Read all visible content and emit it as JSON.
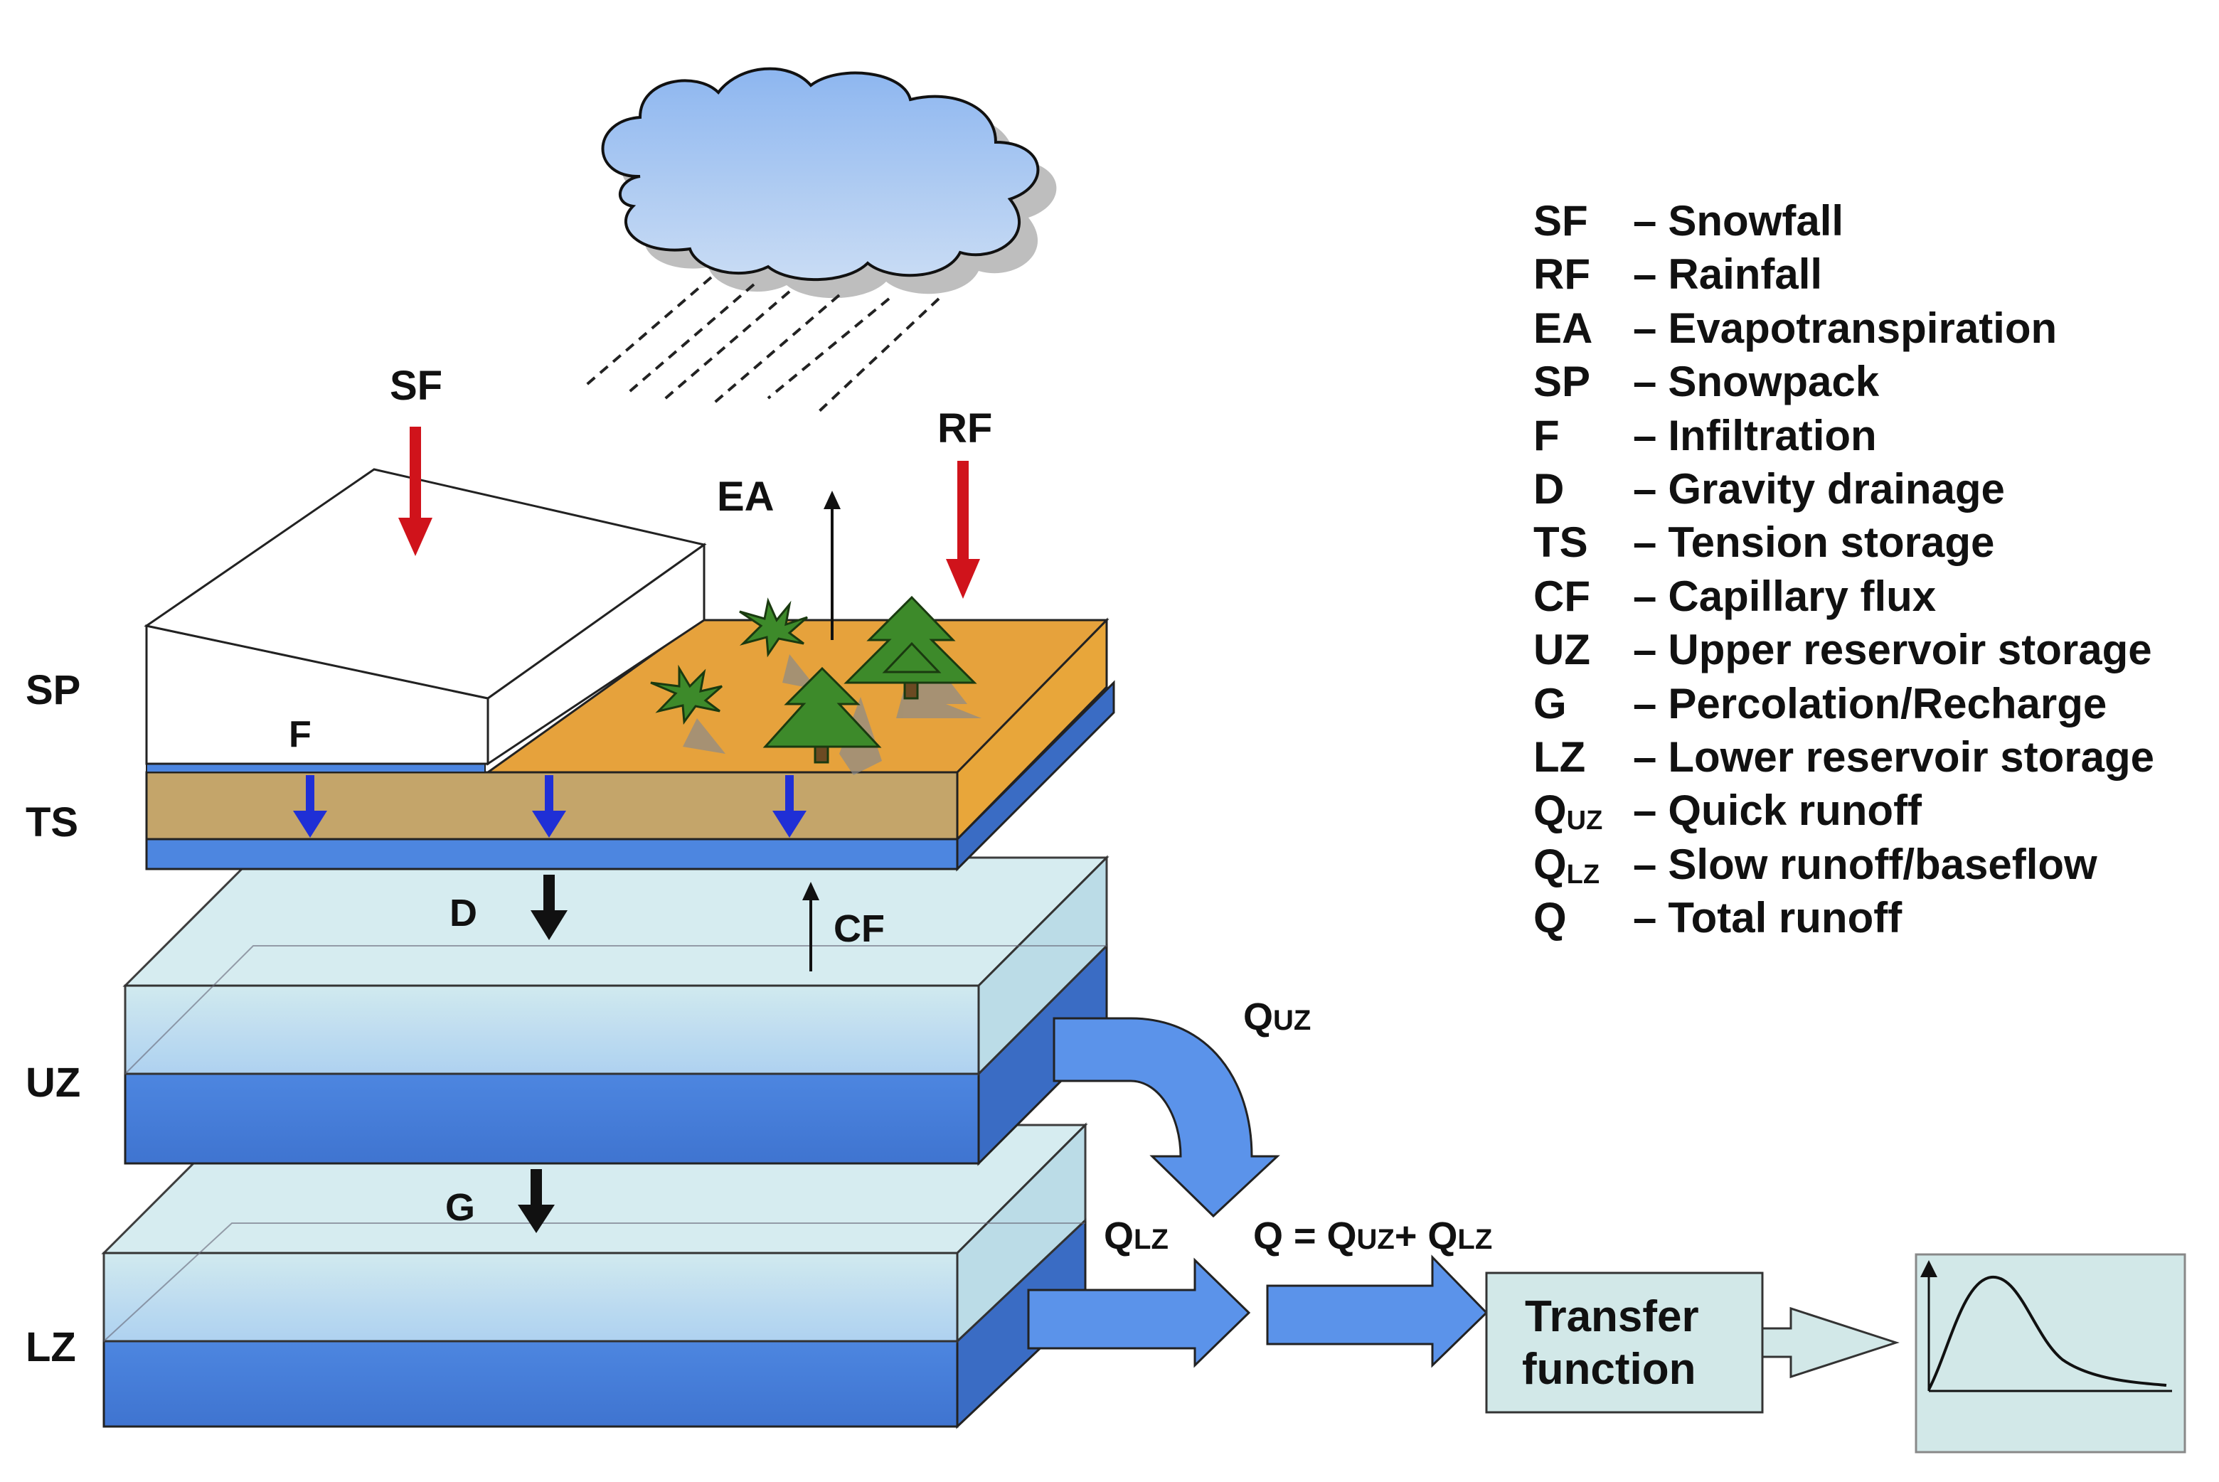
{
  "legend": [
    {
      "code": "SF",
      "sub": "",
      "dash": "–",
      "desc": "Snowfall"
    },
    {
      "code": "RF",
      "sub": "",
      "dash": "–",
      "desc": "Rainfall"
    },
    {
      "code": "EA",
      "sub": "",
      "dash": "–",
      "desc": "Evapotranspiration"
    },
    {
      "code": "SP",
      "sub": "",
      "dash": "–",
      "desc": "Snowpack"
    },
    {
      "code": "F",
      "sub": "",
      "dash": "–",
      "desc": "Infiltration"
    },
    {
      "code": "D",
      "sub": "",
      "dash": "–",
      "desc": "Gravity drainage"
    },
    {
      "code": "TS",
      "sub": "",
      "dash": "–",
      "desc": "Tension storage"
    },
    {
      "code": "CF",
      "sub": "",
      "dash": "–",
      "desc": "Capillary flux"
    },
    {
      "code": "UZ",
      "sub": "",
      "dash": "–",
      "desc": "Upper reservoir storage"
    },
    {
      "code": "G",
      "sub": "",
      "dash": "–",
      "desc": "Percolation/Recharge"
    },
    {
      "code": "LZ",
      "sub": "",
      "dash": "–",
      "desc": "Lower reservoir storage"
    },
    {
      "code": "Q",
      "sub": "UZ",
      "dash": "–",
      "desc": "Quick runoff"
    },
    {
      "code": "Q",
      "sub": "LZ",
      "dash": "–",
      "desc": "Slow runoff/baseflow"
    },
    {
      "code": "Q",
      "sub": "",
      "dash": "–",
      "desc": "Total runoff"
    }
  ],
  "labels": {
    "sf": "SF",
    "rf": "RF",
    "ea": "EA",
    "sp": "SP",
    "f": "F",
    "ts": "TS",
    "d": "D",
    "cf": "CF",
    "uz": "UZ",
    "g": "G",
    "lz": "LZ",
    "q_main": "Q",
    "q_uz_sub": "UZ",
    "q_lz_sub": "LZ",
    "q_total_prefix": "Q = Q",
    "q_total_mid": "+ Q",
    "transfer_line1": "Transfer",
    "transfer_line2": "function"
  },
  "colors": {
    "snowfall_arrow": "#d0131b",
    "infiltration_arrow": "#1f2fd6",
    "soil": "#e6a23c",
    "water": "#4d86e0",
    "reservoir_glass": "#bfe2ec",
    "flow_arrow": "#5b93ea",
    "cloud": "#9ec2f2",
    "tree": "#3d8a2a",
    "transfer_box": "#d2e8e8"
  },
  "icons": [
    "cloud-icon",
    "tree-icon",
    "hydrograph-icon"
  ]
}
